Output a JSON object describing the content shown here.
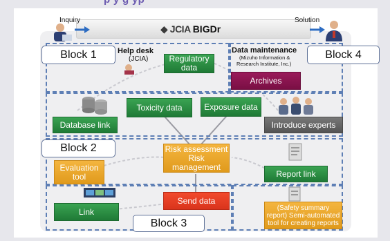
{
  "header_fragment": "p                    y       g   yp",
  "banner": {
    "logo_mark": "◆",
    "logo_text": "JCIA",
    "logo_bold": "BIGDr"
  },
  "top": {
    "inquiry": "Inquiry",
    "solution": "Solution"
  },
  "blocks": {
    "b1": "Block 1",
    "b2": "Block 2",
    "b3": "Block 3",
    "b4": "Block 4"
  },
  "helpdesk": {
    "title": "Help desk",
    "sub": "(JCIA)"
  },
  "datamaint": {
    "title": "Data maintenance",
    "sub1": "(Mizuho Information &",
    "sub2": "Research Institute, Inc.)"
  },
  "boxes": {
    "regulatory": "Regulatory data",
    "archives": "Archives",
    "toxicity": "Toxicity data",
    "exposure": "Exposure data",
    "database_link": "Database link",
    "introduce_experts": "Introduce experts",
    "risk": "Risk assessment Risk management",
    "evaluation_tool": "Evaluation tool",
    "report_link": "Report link",
    "link": "Link",
    "send_data": "Send data",
    "safety_summary": "(Safety summary report) Semi-automated tool for creating reports"
  },
  "colors": {
    "green": "#2a8f44",
    "orange": "#e9a52a",
    "red": "#e83d22",
    "purple": "#8a1550",
    "grey": "#666666",
    "dash_blue": "#5e7fb5",
    "header_purple": "#6b5ab0"
  }
}
